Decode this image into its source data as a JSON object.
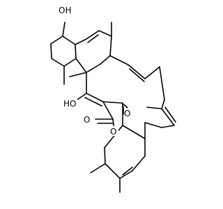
{
  "colors": {
    "bond": "#000000",
    "label": "#000000",
    "background": "#ffffff"
  },
  "atom_labels": {
    "hydroxyl_top": "OH",
    "hydroxyl_enol": "HO",
    "ketone_oxygen": "O",
    "lactone_carbonyl_oxygen": "O",
    "lactone_ring_oxygen": "O"
  }
}
